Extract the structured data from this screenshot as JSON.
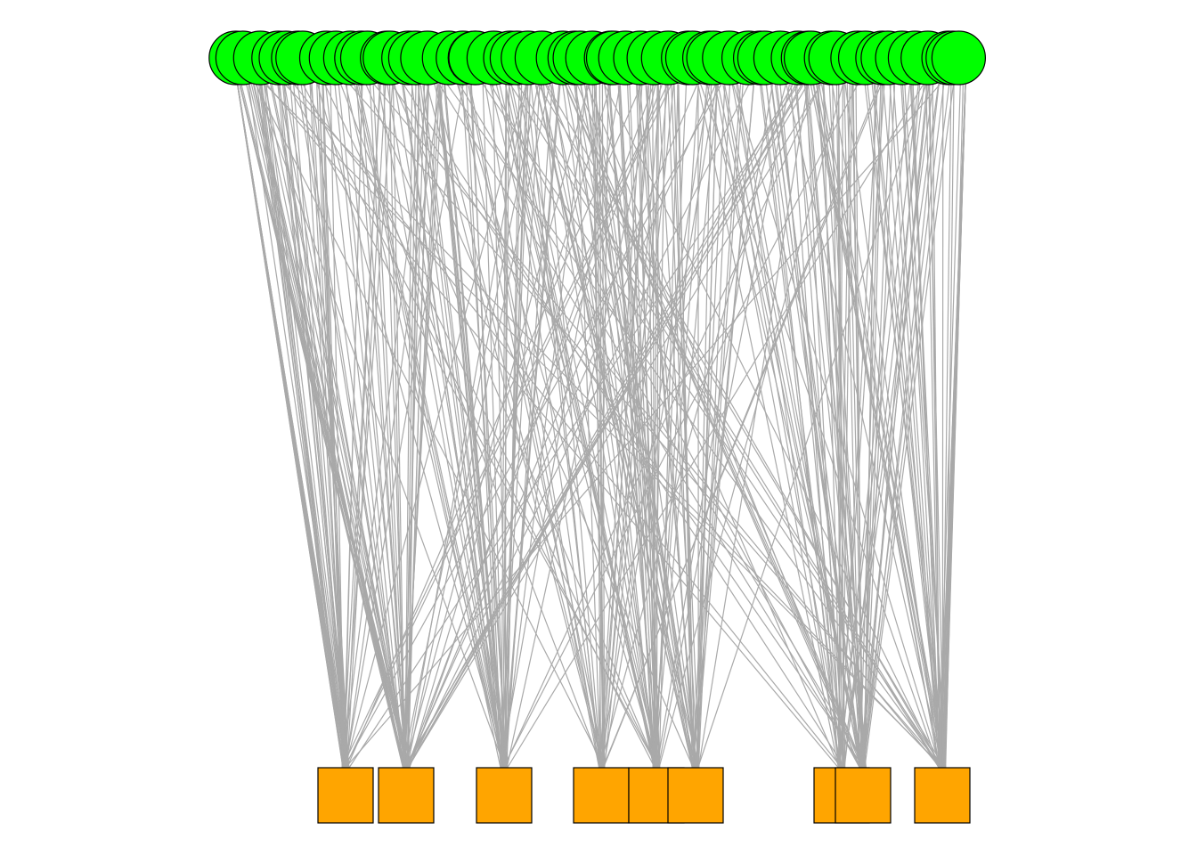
{
  "colors": {
    "background": "#ffffff",
    "edge": "#a9a9a9",
    "top_node_fill": "#00ff00",
    "bottom_node_fill": "#ffa500",
    "node_stroke": "#000000"
  },
  "graph": {
    "layout": "bipartite",
    "top_node_shape": "circle",
    "bottom_node_shape": "square",
    "top_node_count": 60,
    "bottom_node_count": 10,
    "edges_per_bottom_node": [
      55,
      60,
      45,
      30,
      40,
      35,
      30,
      45,
      60,
      30
    ],
    "labels_shown": false
  }
}
